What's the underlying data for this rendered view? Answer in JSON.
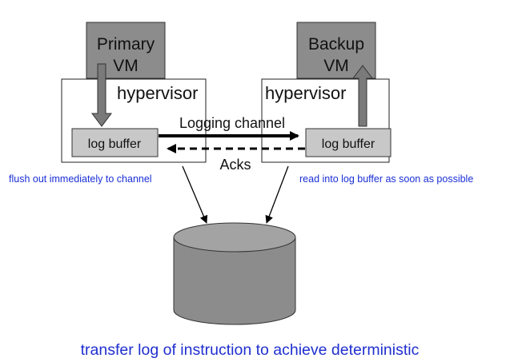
{
  "primary_vm": {
    "line1": "Primary",
    "line2": "VM"
  },
  "backup_vm": {
    "line1": "Backup",
    "line2": "VM"
  },
  "left_hypervisor": {
    "label": "hypervisor",
    "log_buffer": "log buffer"
  },
  "right_hypervisor": {
    "label": "hypervisor",
    "log_buffer": "log buffer"
  },
  "channel": {
    "logging_label": "Logging channel",
    "acks_label": "Acks"
  },
  "annotations": {
    "left_note": "flush out immediately to channel",
    "right_note": "read into log buffer as soon as possible"
  },
  "caption": "transfer log of instruction to achieve deterministic",
  "colors": {
    "box_gray": "#8c8c8c",
    "buffer_gray": "#c8c8c8",
    "note_blue": "#1a2fd6",
    "caption_blue": "#1f2fcf",
    "stroke": "#000000"
  }
}
